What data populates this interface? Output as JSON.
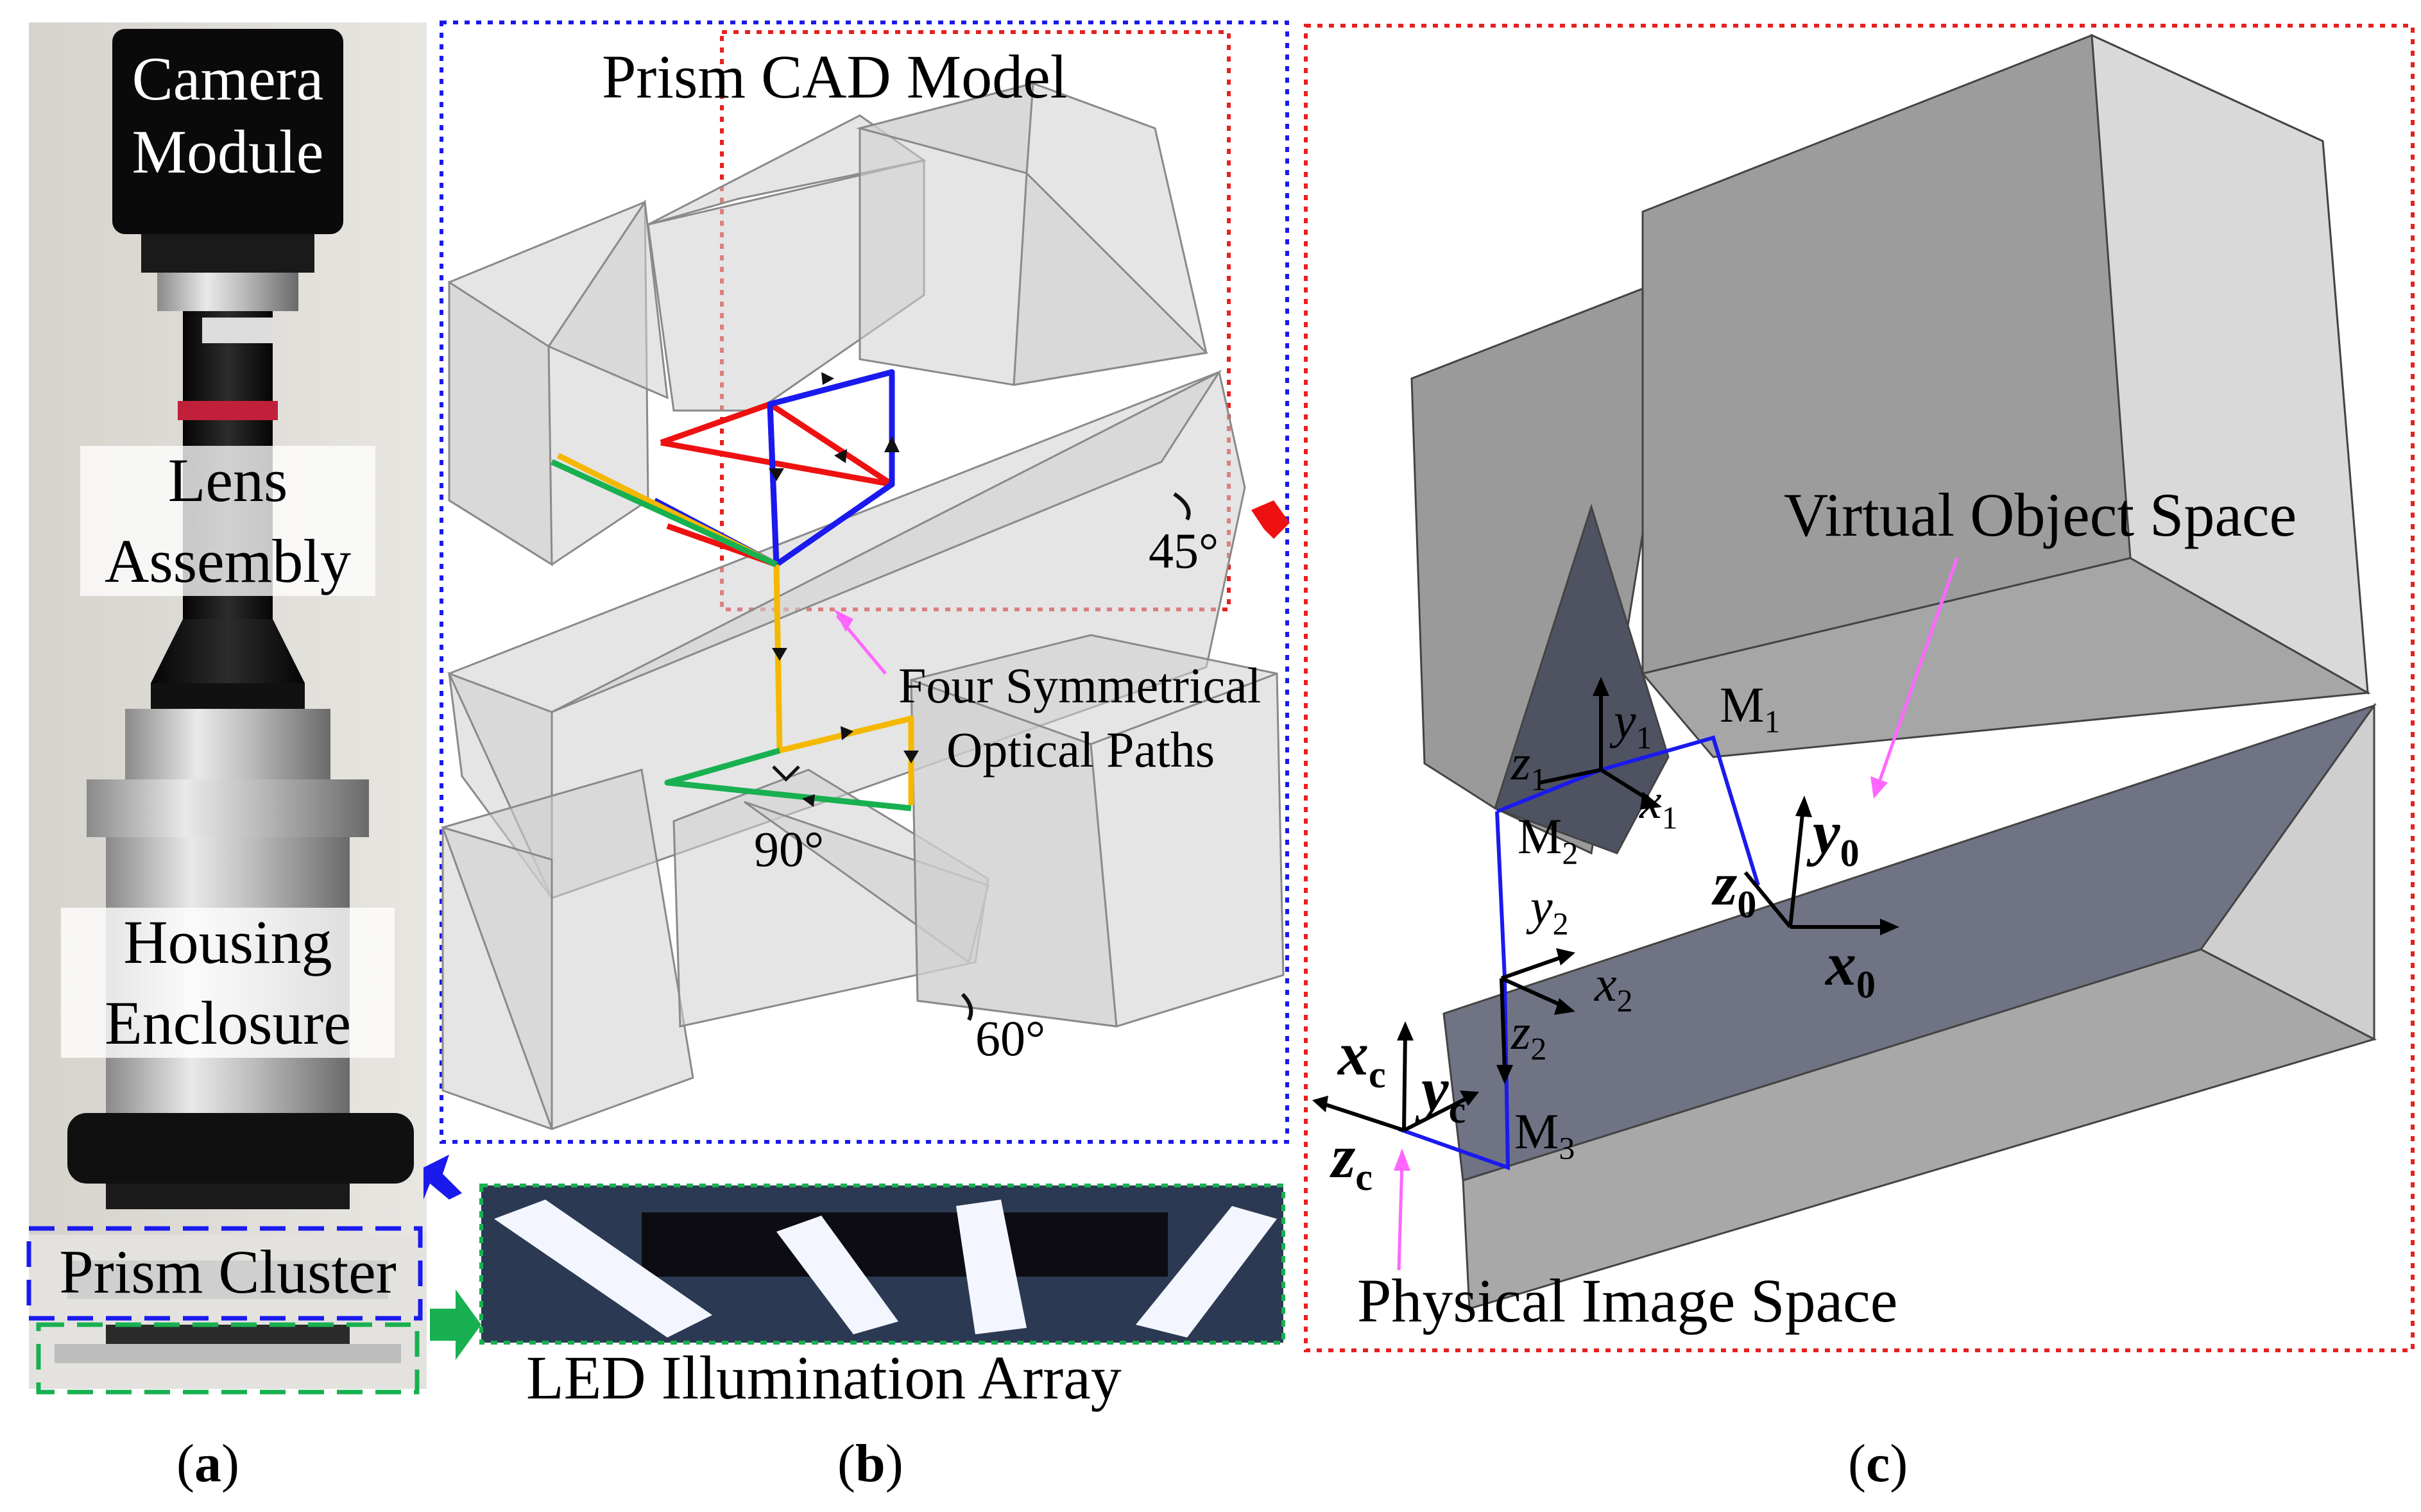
{
  "panel_a": {
    "camera_label": [
      "Camera",
      "Module"
    ],
    "lens_label": [
      "Lens",
      "Assembly"
    ],
    "housing_label": [
      "Housing",
      "Enclosure"
    ],
    "prism_cluster_label": "Prism Cluster",
    "caption": "(a)"
  },
  "panel_b": {
    "title": "Prism CAD Model",
    "paths_label": [
      "Four Symmetrical",
      "Optical Paths"
    ],
    "angle_45": "45°",
    "angle_90": "90°",
    "angle_60": "60°",
    "led_label": "LED Illumination Array",
    "caption": "(b)"
  },
  "panel_c": {
    "virtual_label": "Virtual Object Space",
    "physical_label": "Physical Image Space",
    "axes": {
      "M1": "M",
      "M1_sub": "1",
      "M2": "M",
      "M2_sub": "2",
      "M3": "M",
      "M3_sub": "3",
      "y1": "y",
      "y1_sub": "1",
      "x1": "x",
      "x1_sub": "1",
      "z1": "z",
      "z1_sub": "1",
      "y2": "y",
      "y2_sub": "2",
      "x2": "x",
      "x2_sub": "2",
      "z2": "z",
      "z2_sub": "2",
      "y0": "y",
      "y0_sub": "0",
      "x0": "x",
      "x0_sub": "0",
      "z0": "z",
      "z0_sub": "0",
      "xc": "x",
      "xc_sub": "c",
      "yc": "y",
      "yc_sub": "c",
      "zc": "z",
      "zc_sub": "c"
    },
    "caption": "(c)"
  },
  "colors": {
    "red_path": "#ee1111",
    "blue_path": "#1a1aee",
    "green_path": "#18b050",
    "yellow_path": "#f5b800",
    "dashed_blue": "#1a1aee",
    "dashed_red": "#e82020",
    "dashed_green": "#18b050",
    "pointer": "#ff66ff"
  }
}
